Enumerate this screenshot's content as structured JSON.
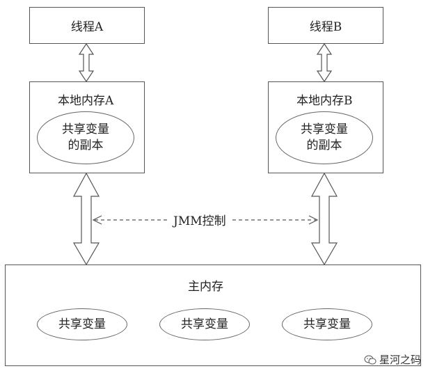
{
  "threads": [
    {
      "label": "线程A"
    },
    {
      "label": "线程B"
    }
  ],
  "local_memories": [
    {
      "title": "本地内存A",
      "copy_line1": "共享变量",
      "copy_line2": "的副本"
    },
    {
      "title": "本地内存B",
      "copy_line1": "共享变量",
      "copy_line2": "的副本"
    }
  ],
  "jmm_label": "JMM控制",
  "main_memory": {
    "title": "主内存",
    "shared_vars": [
      "共享变量",
      "共享变量",
      "共享变量"
    ]
  },
  "watermark": {
    "text": "星河之码",
    "icon": "wechat-icon"
  }
}
